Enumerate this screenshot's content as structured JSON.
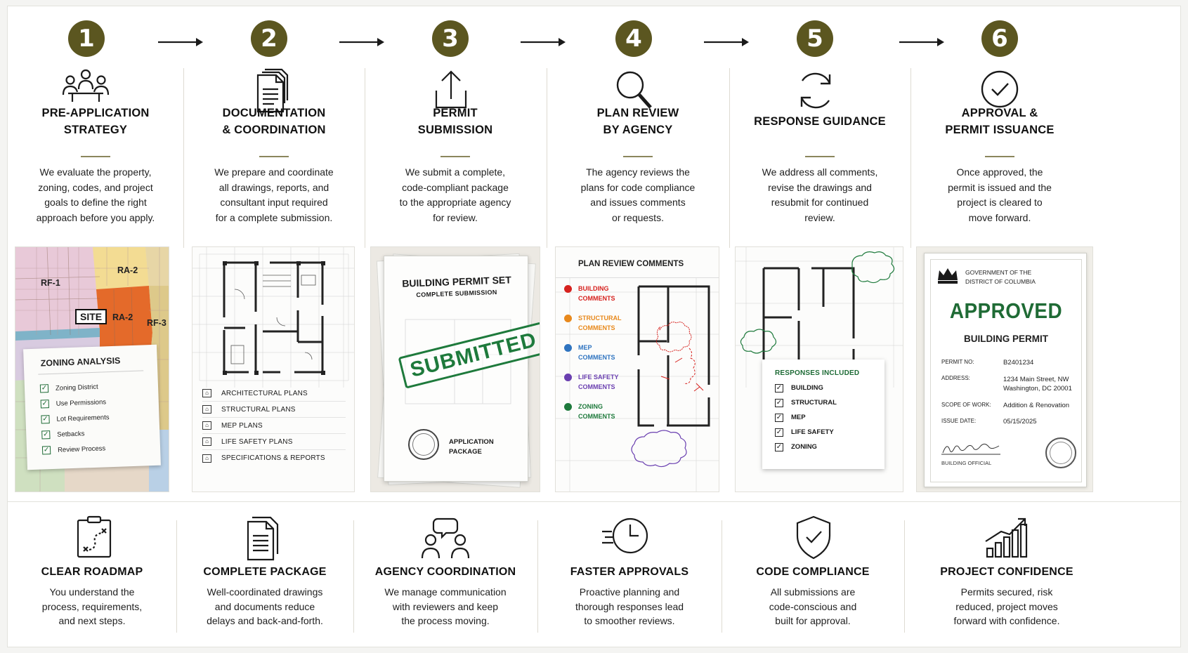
{
  "colors": {
    "accent": "#5b5620",
    "stamp_green": "#1e7a3c",
    "approved_green": "#1f6b35",
    "zone_orange": "#e46a2a"
  },
  "steps": [
    {
      "number": "1",
      "icon": "meeting-icon",
      "title_line1": "PRE-APPLICATION",
      "title_line2": "STRATEGY",
      "desc": [
        "We evaluate the property,",
        "zoning, codes, and project",
        "goals to define the right",
        "approach before you apply."
      ]
    },
    {
      "number": "2",
      "icon": "documents-icon",
      "title_line1": "DOCUMENTATION",
      "title_line2": "& COORDINATION",
      "desc": [
        "We prepare and coordinate",
        "all drawings, reports, and",
        "consultant input required",
        "for a complete submission."
      ]
    },
    {
      "number": "3",
      "icon": "upload-icon",
      "title_line1": "PERMIT",
      "title_line2": "SUBMISSION",
      "desc": [
        "We submit a complete,",
        "code-compliant package",
        "to the appropriate agency",
        "for review."
      ]
    },
    {
      "number": "4",
      "icon": "magnifier-icon",
      "title_line1": "PLAN REVIEW",
      "title_line2": "BY AGENCY",
      "desc": [
        "The agency reviews the",
        "plans for code compliance",
        "and issues comments",
        "or requests."
      ]
    },
    {
      "number": "5",
      "icon": "refresh-icon",
      "title_line1": "RESPONSE GUIDANCE",
      "title_line2": "",
      "desc": [
        "We address all comments,",
        "revise the drawings and",
        "resubmit for continued",
        "review."
      ]
    },
    {
      "number": "6",
      "icon": "check-circle-icon",
      "title_line1": "APPROVAL &",
      "title_line2": "PERMIT ISSUANCE",
      "desc": [
        "Once approved, the",
        "permit is issued and the",
        "project is cleared to",
        "move forward."
      ]
    }
  ],
  "card1": {
    "zones": [
      "RF-1",
      "RA-2",
      "RA-2",
      "RF-3"
    ],
    "site_label": "SITE",
    "title": "ZONING ANALYSIS",
    "items": [
      "Zoning District",
      "Use Permissions",
      "Lot Requirements",
      "Setbacks",
      "Review Process"
    ]
  },
  "card2": {
    "items": [
      "ARCHITECTURAL PLANS",
      "STRUCTURAL PLANS",
      "MEP PLANS",
      "LIFE SAFETY PLANS",
      "SPECIFICATIONS & REPORTS"
    ]
  },
  "card3": {
    "title": "BUILDING PERMIT SET",
    "subtitle": "COMPLETE SUBMISSION",
    "stamp": "SUBMITTED",
    "footer_line1": "APPLICATION",
    "footer_line2": "PACKAGE"
  },
  "card4": {
    "title": "PLAN REVIEW COMMENTS",
    "items": [
      {
        "line1": "BUILDING",
        "line2": "COMMENTS",
        "color": "#d6221e"
      },
      {
        "line1": "STRUCTURAL",
        "line2": "COMMENTS",
        "color": "#e8891c"
      },
      {
        "line1": "MEP",
        "line2": "COMMENTS",
        "color": "#2f74c0"
      },
      {
        "line1": "LIFE SAFETY",
        "line2": "COMMENTS",
        "color": "#6a3fb0"
      },
      {
        "line1": "ZONING",
        "line2": "COMMENTS",
        "color": "#1e7a3c"
      }
    ]
  },
  "card5": {
    "title": "RESPONSES INCLUDED",
    "items": [
      "BUILDING",
      "STRUCTURAL",
      "MEP",
      "LIFE SAFETY",
      "ZONING"
    ]
  },
  "card6": {
    "gov_line1": "GOVERNMENT OF THE",
    "gov_line2": "DISTRICT OF COLUMBIA",
    "status": "APPROVED",
    "doc_title": "BUILDING PERMIT",
    "fields": [
      {
        "label": "PERMIT NO:",
        "value1": "B2401234",
        "value2": ""
      },
      {
        "label": "ADDRESS:",
        "value1": "1234 Main Street, NW",
        "value2": "Washington, DC 20001"
      },
      {
        "label": "SCOPE OF WORK:",
        "value1": "Addition & Renovation",
        "value2": ""
      },
      {
        "label": "ISSUE DATE:",
        "value1": "05/15/2025",
        "value2": ""
      }
    ],
    "signature_label": "BUILDING OFFICIAL"
  },
  "benefits": [
    {
      "icon": "roadmap-icon",
      "title": "CLEAR ROADMAP",
      "desc": [
        "You understand the",
        "process, requirements,",
        "and next steps."
      ]
    },
    {
      "icon": "document-icon",
      "title": "COMPLETE PACKAGE",
      "desc": [
        "Well-coordinated drawings",
        "and documents reduce",
        "delays and back-and-forth."
      ]
    },
    {
      "icon": "people-chat-icon",
      "title": "AGENCY COORDINATION",
      "desc": [
        "We manage communication",
        "with reviewers and keep",
        "the process moving."
      ]
    },
    {
      "icon": "fast-clock-icon",
      "title": "FASTER APPROVALS",
      "desc": [
        "Proactive planning and",
        "thorough responses lead",
        "to smoother reviews."
      ]
    },
    {
      "icon": "shield-check-icon",
      "title": "CODE COMPLIANCE",
      "desc": [
        "All submissions are",
        "code-conscious and",
        "built for approval."
      ]
    },
    {
      "icon": "growth-chart-icon",
      "title": "PROJECT CONFIDENCE",
      "desc": [
        "Permits secured, risk",
        "reduced, project moves",
        "forward with confidence."
      ]
    }
  ]
}
